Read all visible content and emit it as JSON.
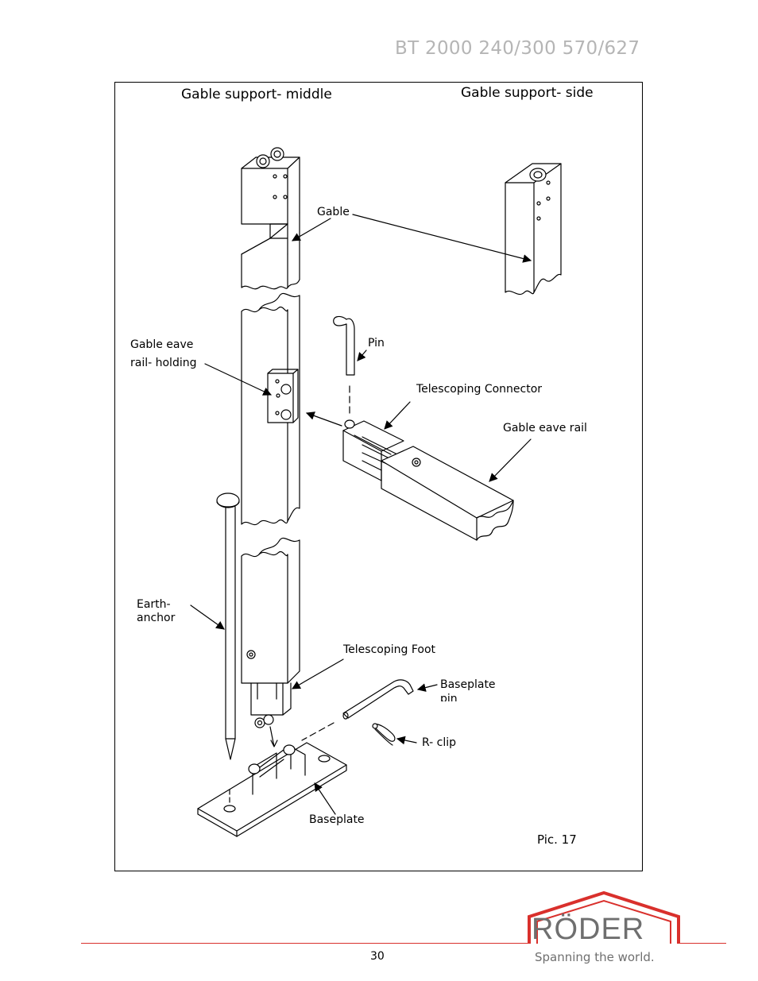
{
  "header": {
    "title": "BT 2000 240/300 570/627"
  },
  "headings": {
    "middle": "Gable support- middle",
    "side": "Gable support- side"
  },
  "labels": {
    "gable": "Gable",
    "gable_eave_holding_line1": "Gable eave",
    "gable_eave_holding_line2": "rail- holding",
    "pin": "Pin",
    "telescoping_connector": "Telescoping Connector",
    "gable_eave_rail": "Gable eave rail",
    "earth_anchor_line1": "Earth-",
    "earth_anchor_line2": "anchor",
    "telescoping_foot": "Telescoping Foot",
    "baseplate_pin_line1": "Baseplate",
    "baseplate_pin_line2": "pin",
    "r_clip": "R- clip",
    "baseplate": "Baseplate",
    "pic_caption": "Pic. 17"
  },
  "footer": {
    "page_number": "30",
    "brand": "RÖDER",
    "tagline": "Spanning the world.",
    "accent_color": "#d9302c",
    "brand_gray": "#6f6f6f"
  }
}
